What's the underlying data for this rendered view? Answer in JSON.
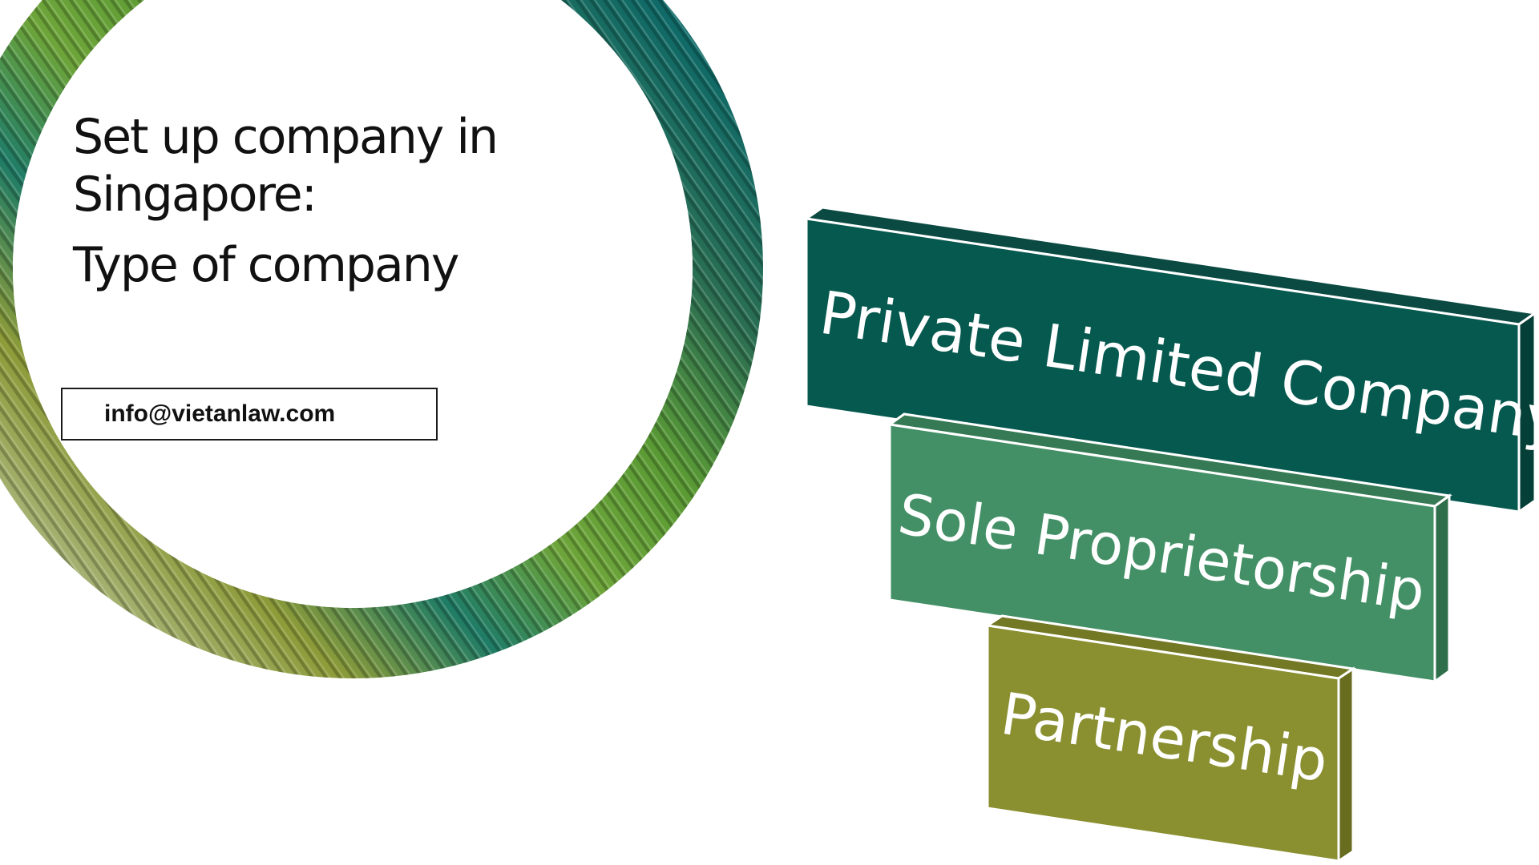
{
  "slide": {
    "title_line": "Set up company in Singapore:",
    "subtitle": "Type of company",
    "email": "info@vietanlaw.com"
  },
  "company_types": [
    {
      "label": "Private Limited Company",
      "color": "#06594f"
    },
    {
      "label": "Sole Proprietorship",
      "color": "#449066"
    },
    {
      "label": "Partnership",
      "color": "#8a8f30"
    }
  ],
  "decoration": {
    "ring_colors": [
      "#4a4a1e",
      "#0f6a68",
      "#4f8a36",
      "#6ea53a",
      "#1f7c66",
      "#8d9b38",
      "#b5c2a0"
    ]
  }
}
